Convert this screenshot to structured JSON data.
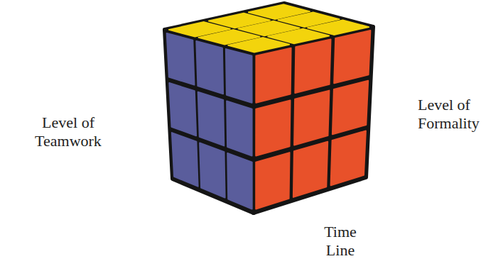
{
  "diagram": {
    "labels": [
      "Level of Teamwork",
      "Level of Formality",
      "Time Line"
    ]
  }
}
